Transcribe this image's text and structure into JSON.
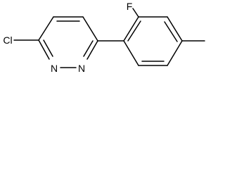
{
  "molecule": {
    "atoms": {
      "cl": "Cl",
      "n1": "N",
      "n2": "N",
      "f": "F"
    },
    "line_color": "#000000",
    "background": "#ffffff"
  }
}
